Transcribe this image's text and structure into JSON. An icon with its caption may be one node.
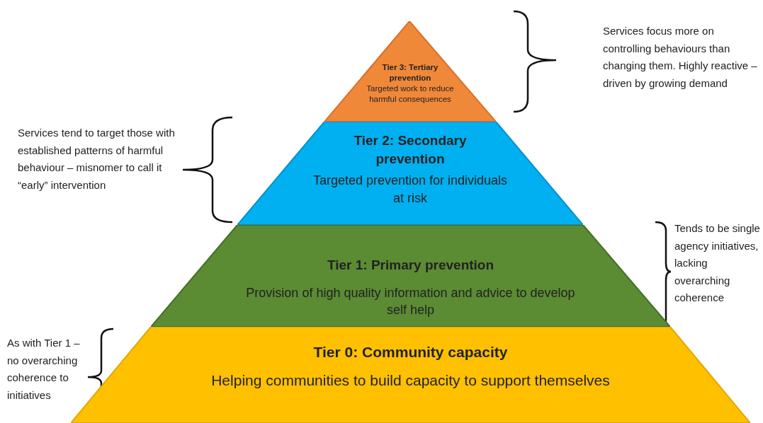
{
  "diagram": {
    "nodes": [
      {
        "text": [
          "Tier 3: Tertiary prevention",
          "Targeted work to reduce harmful consequences"
        ]
      },
      {
        "text": [
          "Tier 2: Secondary prevention",
          "Targeted prevention for individuals at risk"
        ]
      },
      {
        "text": [
          "Tier 1: Primary prevention",
          "Provision of high quality information and advice to develop self help"
        ]
      },
      {
        "text": [
          "Tier 0: Community capacity",
          "Helping communities to build capacity to support themselves"
        ]
      }
    ],
    "labels": [
      "Services focus more on controlling behaviours than changing them. Highly reactive – driven by growing demand",
      "Services tend to target those with established patterns of harmful behaviour – misnomer to call it “early” intervention",
      "Tends to be single agency initiatives, lacking overarching coherence",
      "As with Tier 1 – no overarching coherence to initiatives"
    ]
  }
}
